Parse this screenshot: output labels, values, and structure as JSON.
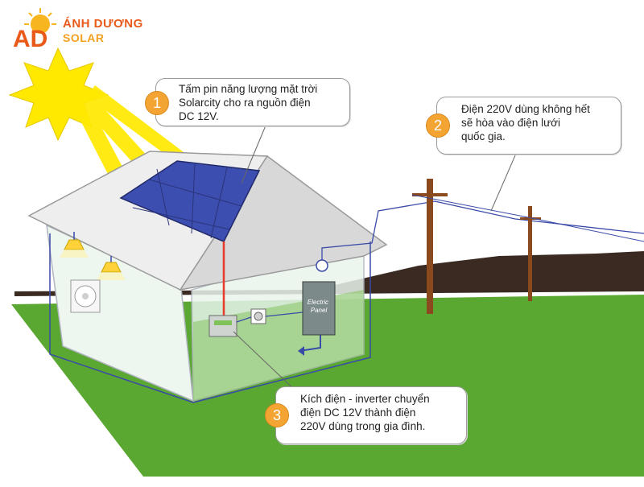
{
  "brand": {
    "mark": "AD",
    "name_line1": "ÁNH DƯƠNG",
    "name_line2": "SOLAR"
  },
  "callouts": [
    {
      "number": "1",
      "text": "Tấm pin năng lượng mặt trời\nSolarcity cho ra nguồn điện\nDC 12V."
    },
    {
      "number": "2",
      "text": "Điện 220V dùng không hết\nsẽ hòa vào điện lưới\nquốc gia."
    },
    {
      "number": "3",
      "text": "Kích điện - inverter chuyển\nđiện DC 12V thành điện\n220V dùng trong gia đình."
    }
  ],
  "labels": {
    "electric_panel": "Electric\nPanel"
  },
  "colors": {
    "grass": "#5aa832",
    "dark_hills": "#3a2a22",
    "pole": "#8b4a1e",
    "solar_panel": "#3c4fb0",
    "dc_wire": "#e83a2a",
    "ac_wire": "#3a4aa8",
    "sun": "#ffe900",
    "callout_badge": "#f4a433"
  }
}
